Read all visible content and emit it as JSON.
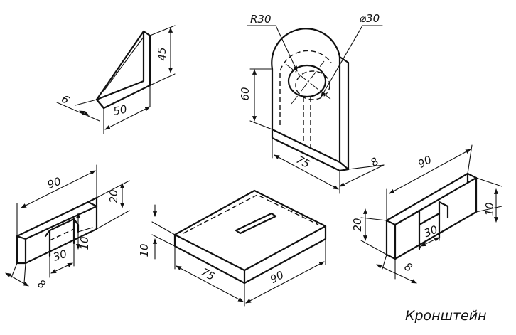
{
  "caption": "Кронштейн",
  "parts": {
    "rib": {
      "dims": {
        "height": "45",
        "length": "50",
        "thickness": "6"
      }
    },
    "upright": {
      "dims": {
        "radius": "R30",
        "hole": "⌀30",
        "height": "60",
        "width": "75",
        "thickness": "8"
      }
    },
    "left_bar": {
      "dims": {
        "length": "90",
        "height": "20",
        "slot_width": "30",
        "slot_depth": "10",
        "thickness": "8"
      }
    },
    "base": {
      "dims": {
        "height": "10",
        "width": "75",
        "length": "90"
      }
    },
    "right_bar": {
      "dims": {
        "length": "90",
        "height": "20",
        "slot_depth": "10",
        "slot_width": "30",
        "thickness": "8"
      }
    }
  }
}
